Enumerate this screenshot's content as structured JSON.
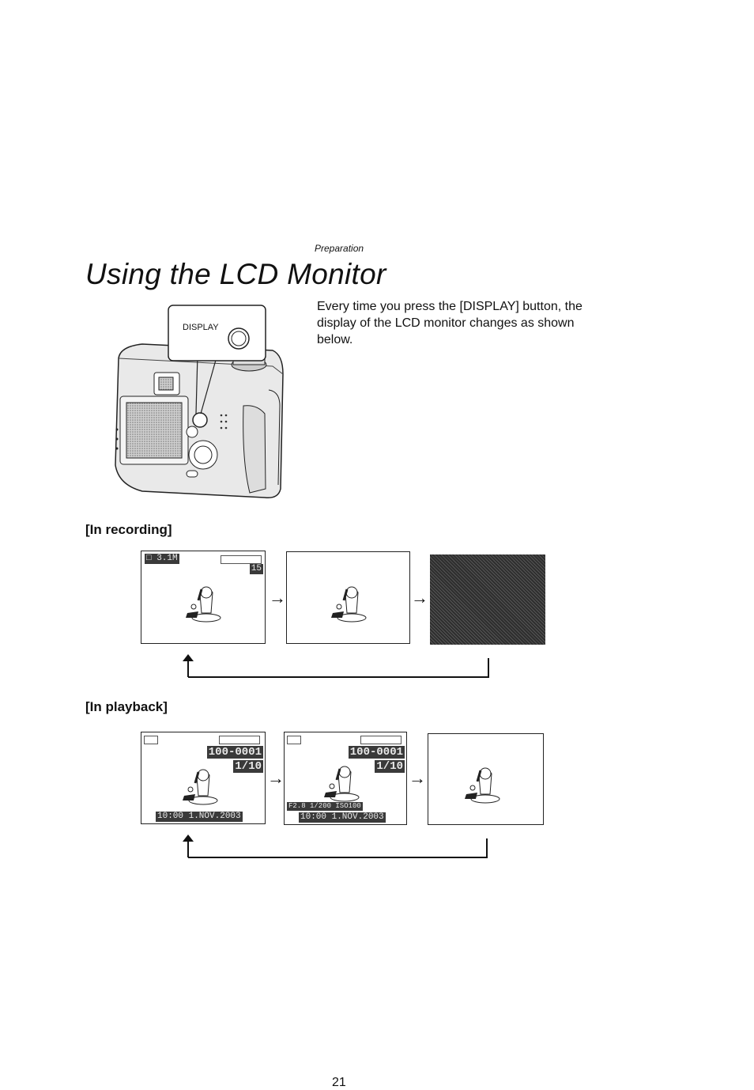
{
  "header": {
    "section": "Preparation",
    "title": "Using the LCD Monitor"
  },
  "intro": {
    "text": "Every time you press the [DISPLAY] button, the display of the LCD monitor changes as shown below."
  },
  "camera": {
    "button_label": "DISPLAY"
  },
  "recording": {
    "heading": "[In recording]",
    "screens": [
      {
        "osd_mode": "□ 3.1M",
        "osd_count": "15"
      },
      {},
      {}
    ]
  },
  "playback": {
    "heading": "[In playback]",
    "screens": [
      {
        "osd_file": "100-0001",
        "osd_index": "1/10",
        "osd_date": "10:00 1.NOV.2003"
      },
      {
        "osd_file": "100-0001",
        "osd_index": "1/10",
        "osd_info": "F2.8 1/200 ISO100",
        "osd_date": "10:00 1.NOV.2003"
      },
      {}
    ]
  },
  "page_number": "21"
}
